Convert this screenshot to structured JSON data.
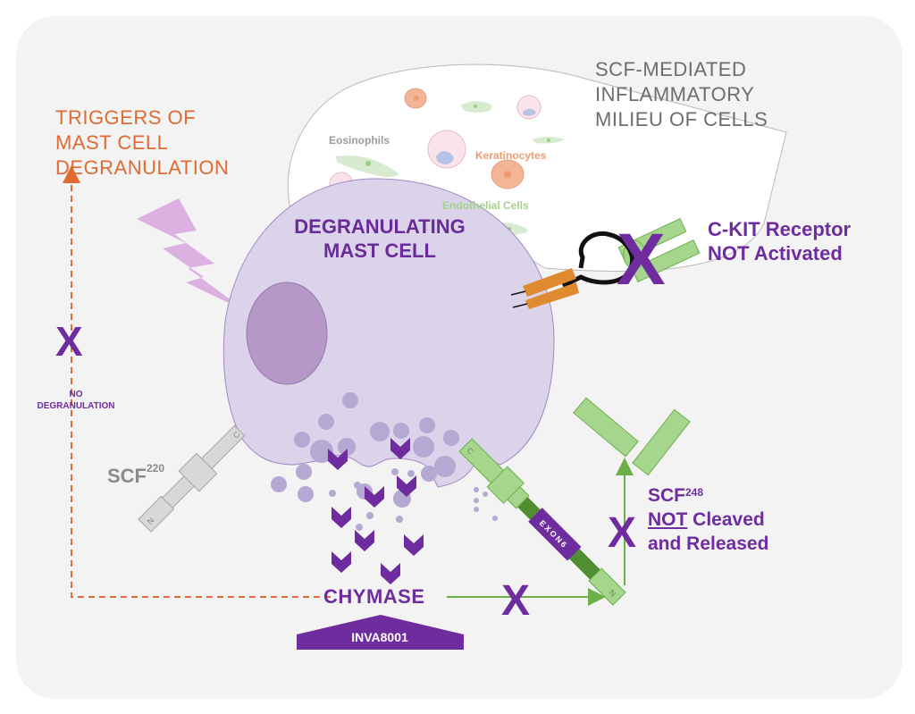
{
  "diagram": {
    "triggers_title": [
      "TRIGGERS OF",
      "MAST CELL",
      "DEGRANULATION"
    ],
    "milieu_title": [
      "SCF-MEDIATED",
      "INFLAMMATORY",
      "MILIEU OF CELLS"
    ],
    "milieu_cells": {
      "eosinophils": "Eosinophils",
      "keratinocytes": "Keratinocytes",
      "endothelial": "Endothelial Cells"
    },
    "mast_cell_label": [
      "DEGRANULATING",
      "MAST CELL"
    ],
    "ckit_label": [
      "C-KIT Receptor",
      "NOT Activated"
    ],
    "no_degranulation": [
      "NO",
      "DEGRANULATION"
    ],
    "scf220": {
      "base": "SCF",
      "sup": "220"
    },
    "scf248": {
      "base": "SCF",
      "sup": "248",
      "not": "NOT",
      "line2_rest": " Cleaved",
      "line3": "and Released"
    },
    "chymase": "CHYMASE",
    "inhibitor": "INVA8001",
    "exon_label": "EXON6",
    "terminal_c": "C",
    "terminal_n": "N",
    "block_symbol": "X",
    "colors": {
      "purple": "#6e2c9e",
      "orange": "#e06a32",
      "green": "#6db04a",
      "light_green": "#a6d58e",
      "cell_fill": "#dbd3ea",
      "nucleus": "#b597c8",
      "lightning": "#dcb0e0",
      "receptor_orange": "#e08a30"
    }
  }
}
